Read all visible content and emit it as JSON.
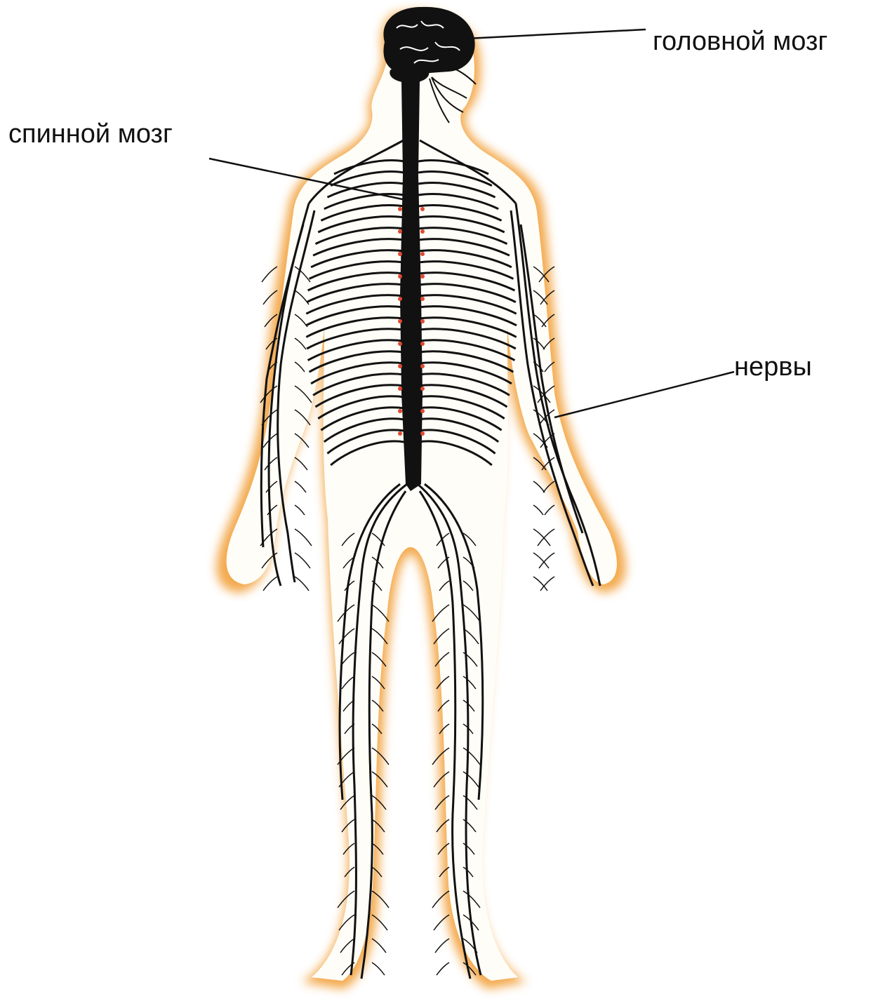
{
  "labels": {
    "brain": "головной мозг",
    "spinal_cord": "спинной мозг",
    "nerves": "нервы"
  },
  "colors": {
    "body_glow": "#f2a03a",
    "body_fill": "#fffdf7",
    "nerve": "#111111",
    "ganglion": "#e04a30"
  }
}
